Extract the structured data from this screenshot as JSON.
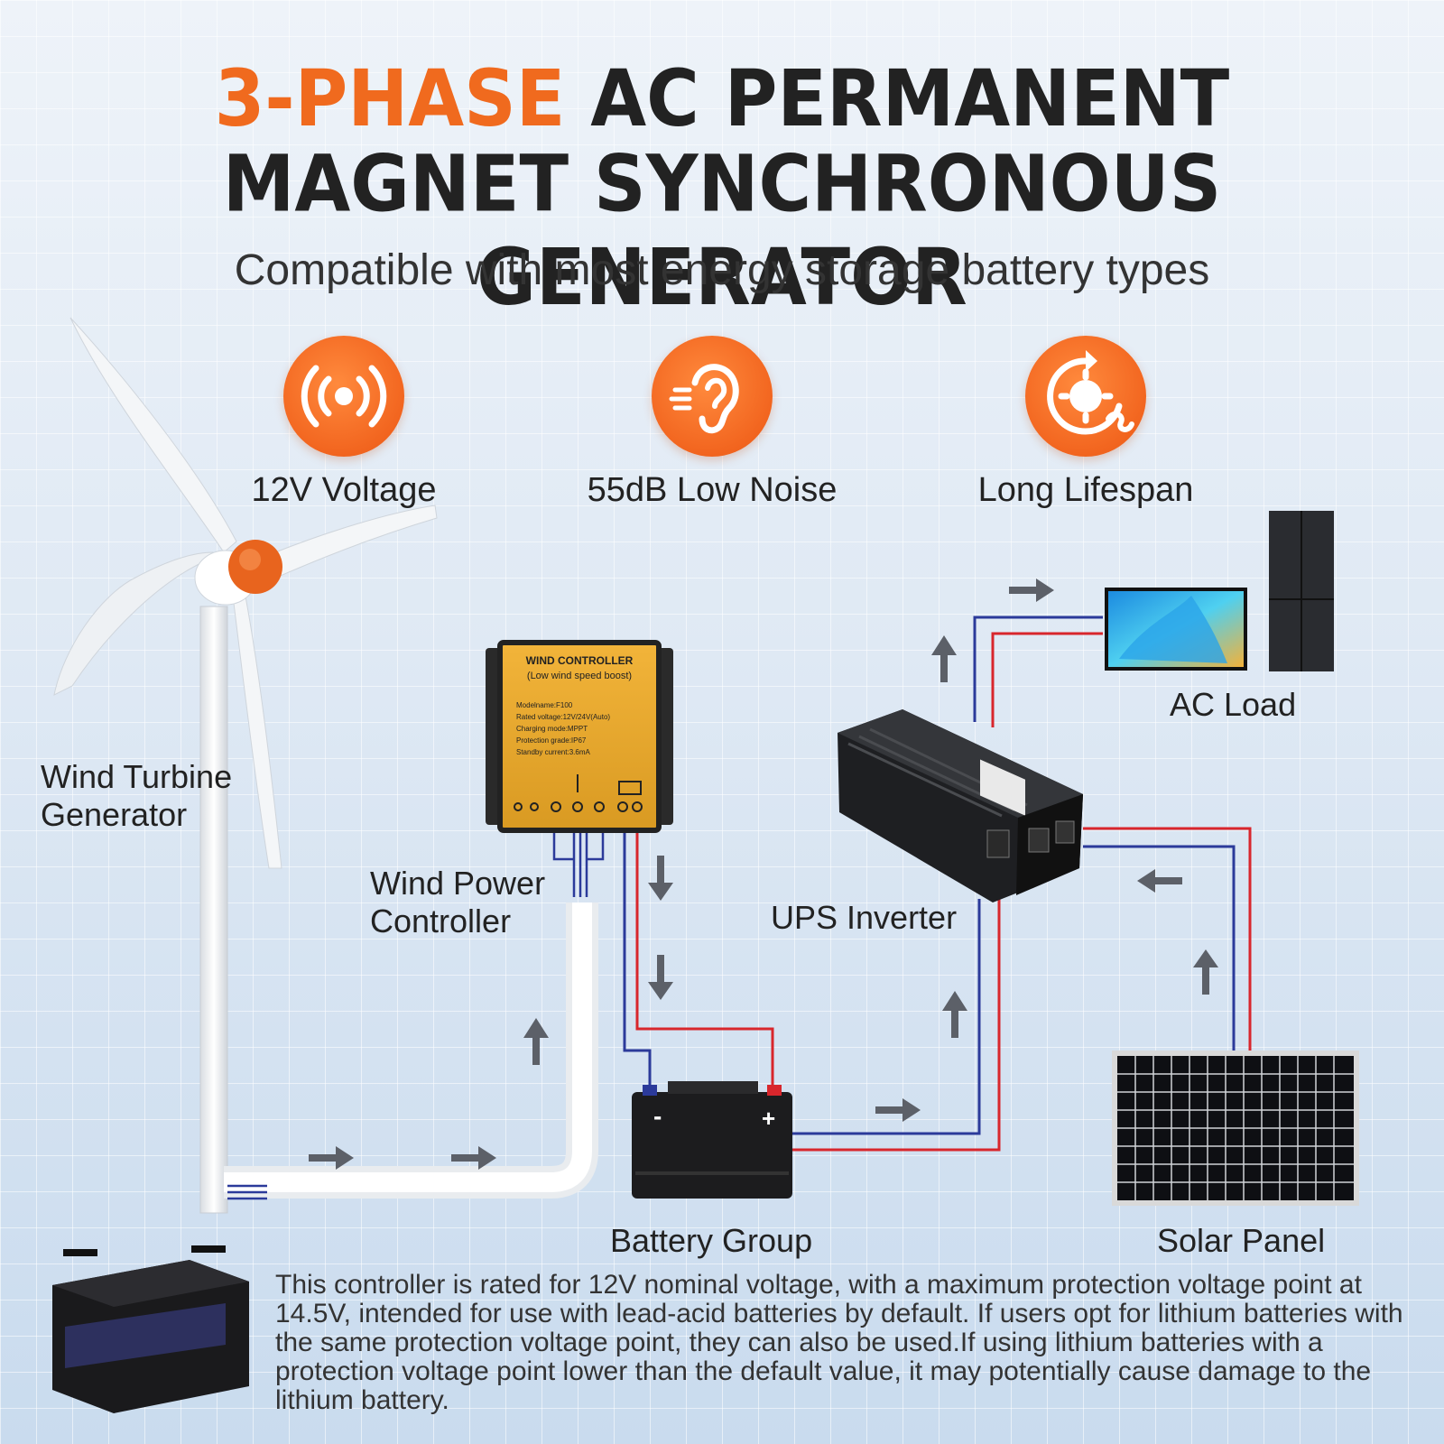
{
  "header": {
    "title_highlight": "3-PHASE",
    "title_line1_rest": " AC PERMANENT",
    "title_line2": "MAGNET SYNCHRONOUS GENERATOR",
    "subtitle": "Compatible with most energy storage battery types"
  },
  "features": [
    {
      "label": "12V Voltage",
      "icon": "vibration-signal-icon"
    },
    {
      "label": "55dB Low Noise",
      "icon": "ear-sound-icon"
    },
    {
      "label": "Long Lifespan",
      "icon": "gear-cycle-icon"
    }
  ],
  "diagram": {
    "wind_turbine_label_1": "Wind Turbine",
    "wind_turbine_label_2": "Generator",
    "controller_label_1": "Wind Power",
    "controller_label_2": "Controller",
    "inverter_label": "UPS Inverter",
    "ac_load_label": "AC Load",
    "battery_label": "Battery Group",
    "solar_label": "Solar Panel"
  },
  "controller_device": {
    "title": "WIND CONTROLLER",
    "subtitle": "(Low wind speed boost)",
    "spec1": "Modelname:F100",
    "spec2": "Rated voltage:12V/24V(Auto)",
    "spec3": "Charging mode:MPPT",
    "spec4": "Protection grade:IP67",
    "spec5": "Standby current:3.6mA"
  },
  "note": "This controller is rated for 12V nominal voltage, with a maximum protection voltage point at 14.5V, intended for use with lead-acid batteries by default. If users opt for lithium batteries with the same protection voltage point, they can also be used.If using lithium batteries with a protection voltage point lower than the default value, it may potentially cause damage to  the lithium battery.",
  "colors": {
    "accent": "#f06a1e",
    "wire_red": "#d8262c",
    "wire_blue": "#2b3a9a",
    "arrow": "#5c6068"
  }
}
